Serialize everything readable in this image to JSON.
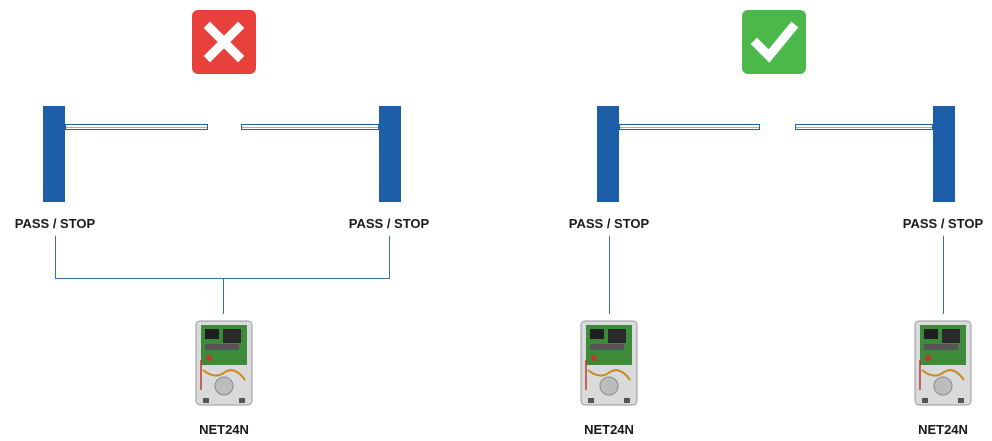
{
  "panels": [
    {
      "status": "wrong",
      "status_icon": "cross-icon",
      "status_color": "#e8413c",
      "left_label": "PASS / STOP",
      "right_label": "PASS / STOP",
      "controllers": [
        "NET24N"
      ]
    },
    {
      "status": "correct",
      "status_icon": "check-icon",
      "status_color": "#4db84a",
      "left_label": "PASS / STOP",
      "right_label": "PASS / STOP",
      "controllers": [
        "NET24N",
        "NET24N"
      ]
    }
  ],
  "colors": {
    "barrier": "#1d5ea8",
    "wire": "#3a6fb0"
  }
}
